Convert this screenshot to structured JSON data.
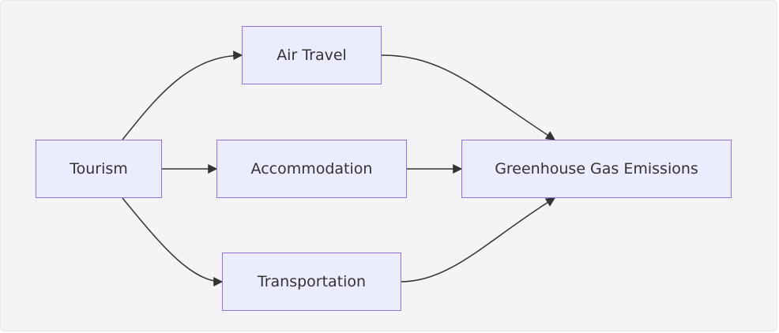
{
  "diagram": {
    "nodes": [
      {
        "id": "tourism",
        "label": "Tourism"
      },
      {
        "id": "air_travel",
        "label": "Air Travel"
      },
      {
        "id": "accommodation",
        "label": "Accommodation"
      },
      {
        "id": "transportation",
        "label": "Transportation"
      },
      {
        "id": "ghg",
        "label": "Greenhouse Gas Emissions"
      }
    ],
    "edges": [
      {
        "from": "tourism",
        "to": "air_travel"
      },
      {
        "from": "tourism",
        "to": "accommodation"
      },
      {
        "from": "tourism",
        "to": "transportation"
      },
      {
        "from": "air_travel",
        "to": "ghg"
      },
      {
        "from": "accommodation",
        "to": "ghg"
      },
      {
        "from": "transportation",
        "to": "ghg"
      }
    ]
  },
  "colors": {
    "background": "#f4f4f6",
    "node_fill": "#ececff",
    "node_border": "#9370db",
    "edge": "#333333",
    "text": "#333333"
  }
}
